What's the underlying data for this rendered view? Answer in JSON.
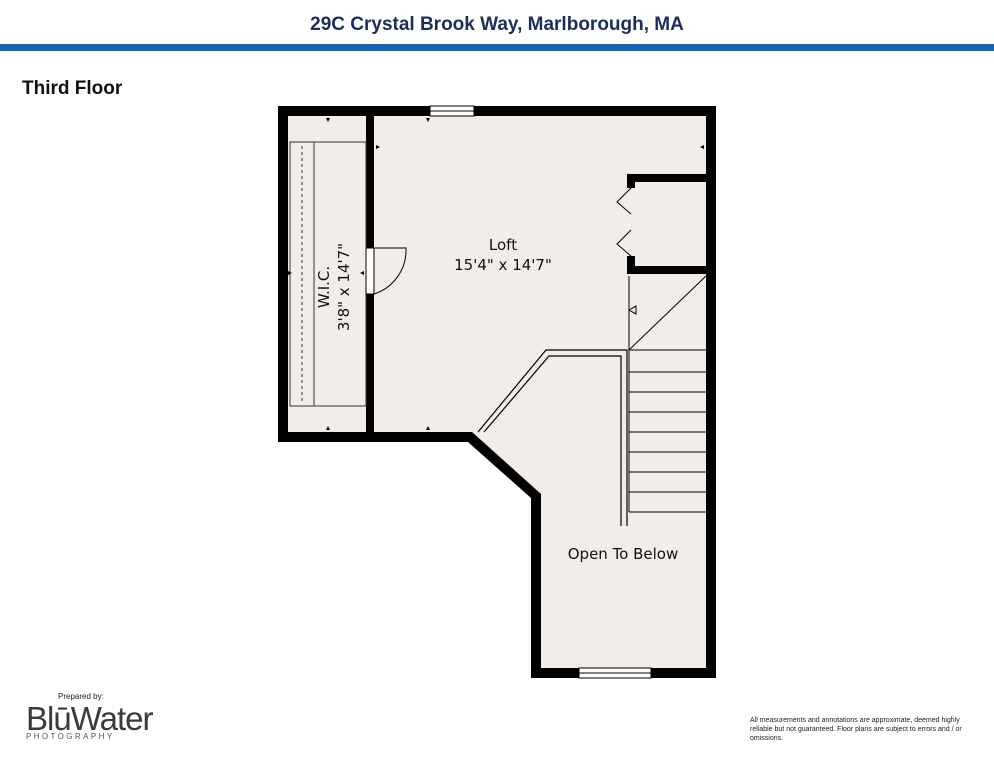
{
  "header": {
    "address": "29C Crystal Brook Way, Marlborough, MA"
  },
  "floor": {
    "label": "Third Floor"
  },
  "rooms": {
    "loft": {
      "name": "Loft",
      "dimensions": "15'4\" x 14'7\""
    },
    "wic": {
      "name": "W.I.C.",
      "dimensions": "3'8\" x 14'7\""
    },
    "open_below": {
      "name": "Open To Below"
    }
  },
  "footer": {
    "prepared_by": "Prepared by:",
    "logo_main": "BlūWater",
    "logo_sub": "PHOTOGRAPHY",
    "disclaimer": "All measurements and annotations are approximate, deemed highly reliable but not guaranteed. Floor plans are subject to errors and / or omissions."
  },
  "colors": {
    "header_text": "#1d2d5c",
    "header_rule": "#1d63b0",
    "wall": "#000000",
    "floor_fill": "#f2ede8"
  }
}
